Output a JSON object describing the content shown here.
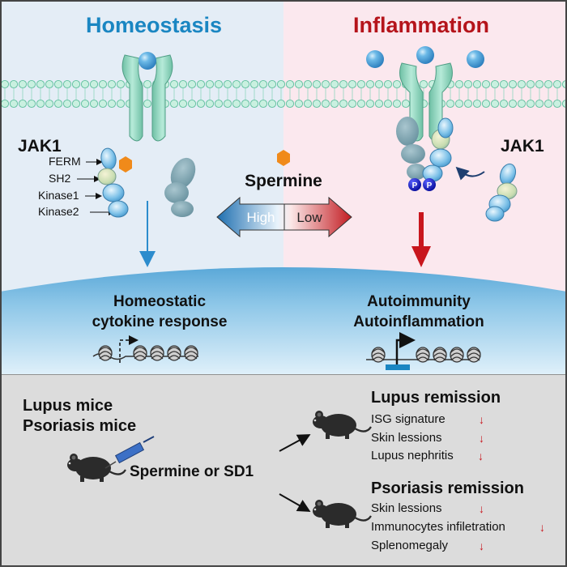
{
  "top": {
    "left_title": "Homeostasis",
    "right_title": "Inflammation",
    "left_jak": "JAK1",
    "right_jak": "JAK1",
    "domains": [
      "FERM",
      "SH2",
      "Kinase1",
      "Kinase2"
    ],
    "spermine_label": "Spermine",
    "high_label": "High",
    "low_label": "Low",
    "phospho_label": "P",
    "left_outcome": [
      "Homeostatic",
      "cytokine response"
    ],
    "right_outcome": [
      "Autoimmunity",
      "Autoinflammation"
    ]
  },
  "bottom": {
    "models": [
      "Lupus mice",
      "Psoriasis mice"
    ],
    "treatment": "Spermine or SD1",
    "lupus_title": "Lupus remission",
    "lupus_items": [
      "ISG signature",
      "Skin lessions",
      "Lupus nephritis"
    ],
    "psoriasis_title": "Psoriasis remission",
    "psoriasis_items": [
      "Skin lessions",
      "Immunocytes infiletration",
      "Splenomegaly"
    ],
    "down_arrow": "↓"
  },
  "colors": {
    "left_title": "#1a86c2",
    "right_title": "#b5141b",
    "receptor": "#8fd6be",
    "ligand": "#4aa6df",
    "membrane": "#a5e3cc",
    "arrow_blue": "#2c8ccd",
    "arrow_red": "#c8161d",
    "phospho": "#1118c9"
  }
}
